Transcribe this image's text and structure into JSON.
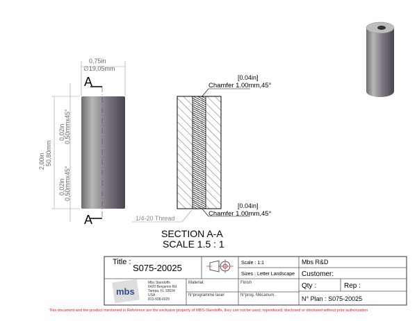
{
  "front_view": {
    "section_label_top": "A",
    "section_label_bottom": "A",
    "diameter_in": "0,75in",
    "diameter_mm": "∅19,05mm",
    "length_in": "2,00in",
    "length_mm": "50,80mm",
    "chamfer_top_in": "0,02in",
    "chamfer_top_mm": "0,50mmx45°",
    "chamfer_bottom_in": "0,02in",
    "chamfer_bottom_mm": "0,50mmx45°"
  },
  "section_view": {
    "chamfer_top_in": "[0.04in]",
    "chamfer_top_mm": "Chamfer 1.00mm,45°",
    "chamfer_bottom_in": "[0.04in]",
    "chamfer_bottom_mm": "Chamfer 1.00mm,45°",
    "thread": "1/4-20 Thread",
    "title": "SECTION A-A",
    "scale": "SCALE 1.5 : 1"
  },
  "title_block": {
    "title_label": "Title :",
    "title_value": "S075-20025",
    "scale": "Scale : 1:1",
    "sizes": "Sizes : Letter Landscape",
    "company": "Mbs R&D",
    "customer": "Customer:",
    "logo_text": "mbs",
    "company_address": [
      "Mbs Standoffs",
      "6420 Benjamin Rd",
      "Tampa, FL 33634",
      "USA",
      "813-938-6025"
    ],
    "material": "Material:",
    "finish": "Finish",
    "laser_program": "N°programme laser",
    "mech_program": "N°prog. Mécanum.",
    "qty": "Qty :",
    "rep": "Rep :",
    "plan_number": "N° Plan : S075-20025"
  },
  "disclaimer": "This document and the product mentioned in Reference are the exclusive property of MBS-Standoffs, they can not be used, reproduced, disclosed or disclosed without prior authorization",
  "colors": {
    "disclaimer": "#e0201c",
    "dimension": "#888888"
  }
}
